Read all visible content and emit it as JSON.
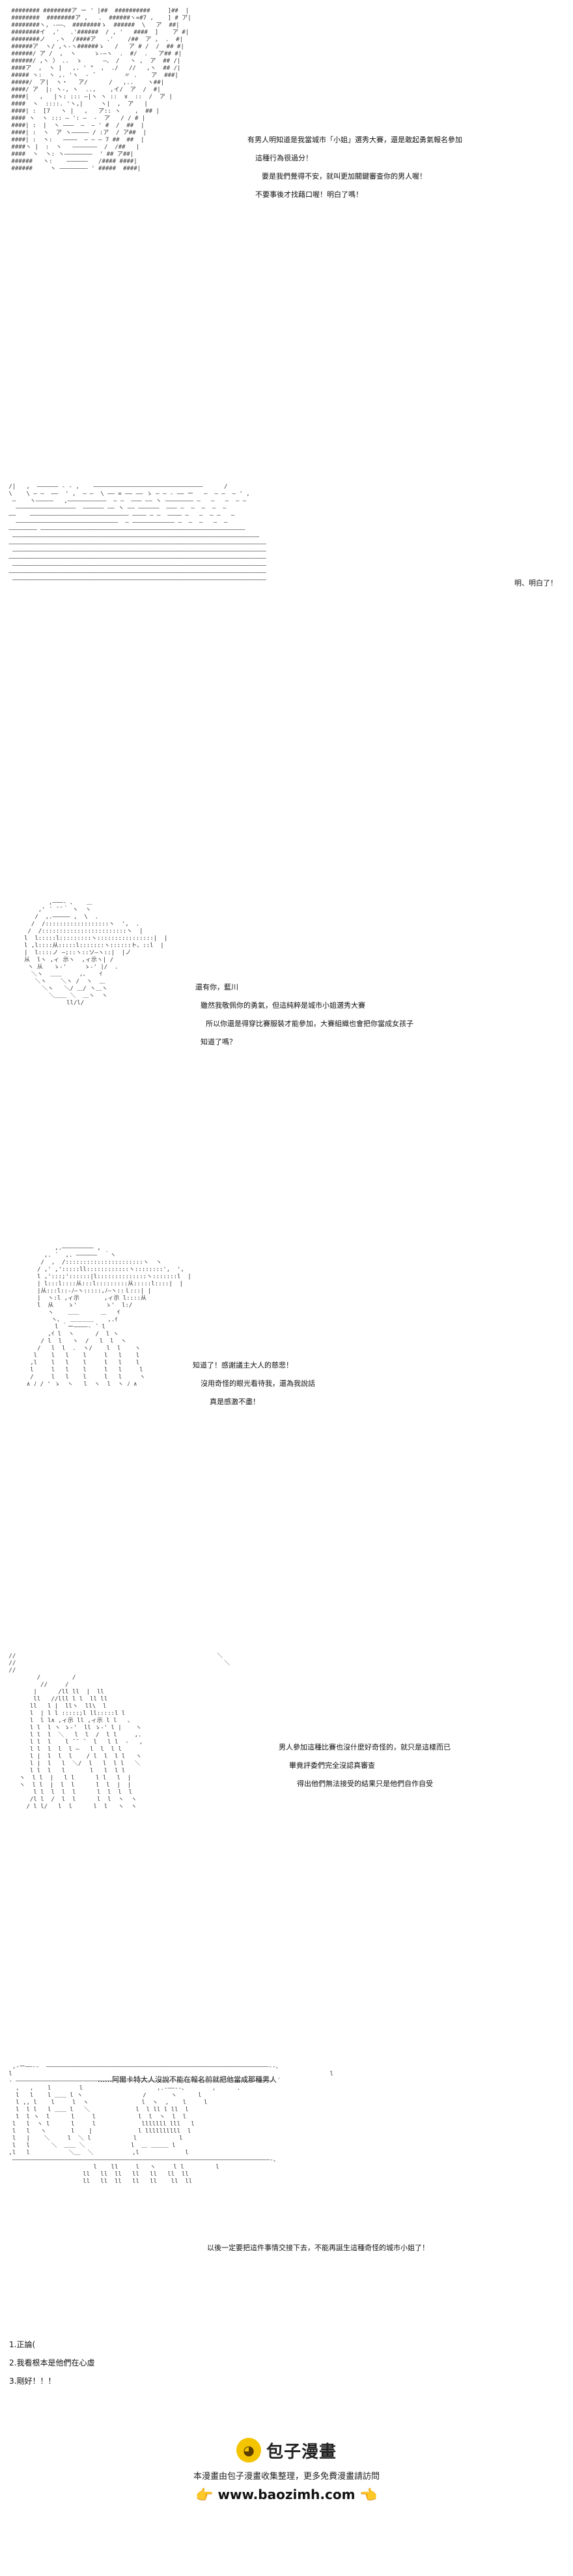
{
  "panels": [
    {
      "lines": [
        "有男人明知道是我當城市「小姐」選秀大賽，還是敢起勇氣報名參加",
        "這種行為很過分！",
        "要是我們覺得不安，就叫更加關鍵審查你的男人喔！",
        "不要事後才找藉口喔！明白了嗎！"
      ]
    },
    {
      "lines": [
        "明、明白了！"
      ]
    },
    {
      "lines": [
        "還有你，藍川",
        "雖然我敬佩你的勇氣，但這純粹是城市小姐選秀大賽",
        "所以你還是得穿比賽服裝才能參加，大賽組織也會把你當成女孩子",
        "知道了嗎？"
      ]
    },
    {
      "lines": [
        "知道了！感謝議主大人的慈悲！",
        "沒用奇怪的眼光看待我，還為我說話",
        "真是感激不盡！"
      ]
    },
    {
      "lines": [
        "男人參加這種比賽也沒什麼好奇怪的，就只是這樣而已",
        "畢竟評委們完全沒認真審查",
        "得出他們無法接受的結果只是他們自作自受"
      ]
    },
    {
      "lines": [
        "……阿爾卡特大人沒說不能在報名前就把他當成那種男人",
        "以後一定要把這件事情交接下去，不能再誕生這種奇怪的城市小姐了！"
      ]
    }
  ],
  "footnotes": [
    "1.正論(",
    "2.我看根本是他們在心虛",
    "3.剛好！！！"
  ],
  "brand": {
    "icon": "baozi-icon",
    "name": "包子漫畫",
    "tagline": "本漫畫由包子漫畫收集整理，更多免費漫畫請訪問",
    "url": "www.baozimh.com",
    "hand": "👉",
    "hand_right": "👈"
  }
}
